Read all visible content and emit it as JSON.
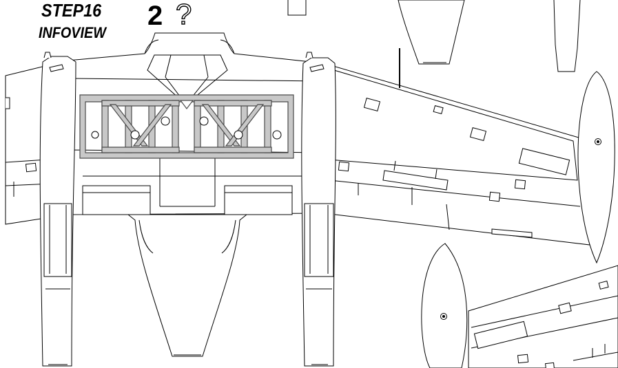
{
  "header": {
    "step_title": "STEP16",
    "step_subtitle": "INFOVIEW",
    "sub_step_number": "2",
    "help_glyph": "?"
  },
  "colors": {
    "line": "#000000",
    "fill": "#ffffff",
    "frame_fill": "#c8c8c8",
    "frame_stroke": "#4a4a4a"
  },
  "icons": {
    "help": "question-mark-icon"
  }
}
